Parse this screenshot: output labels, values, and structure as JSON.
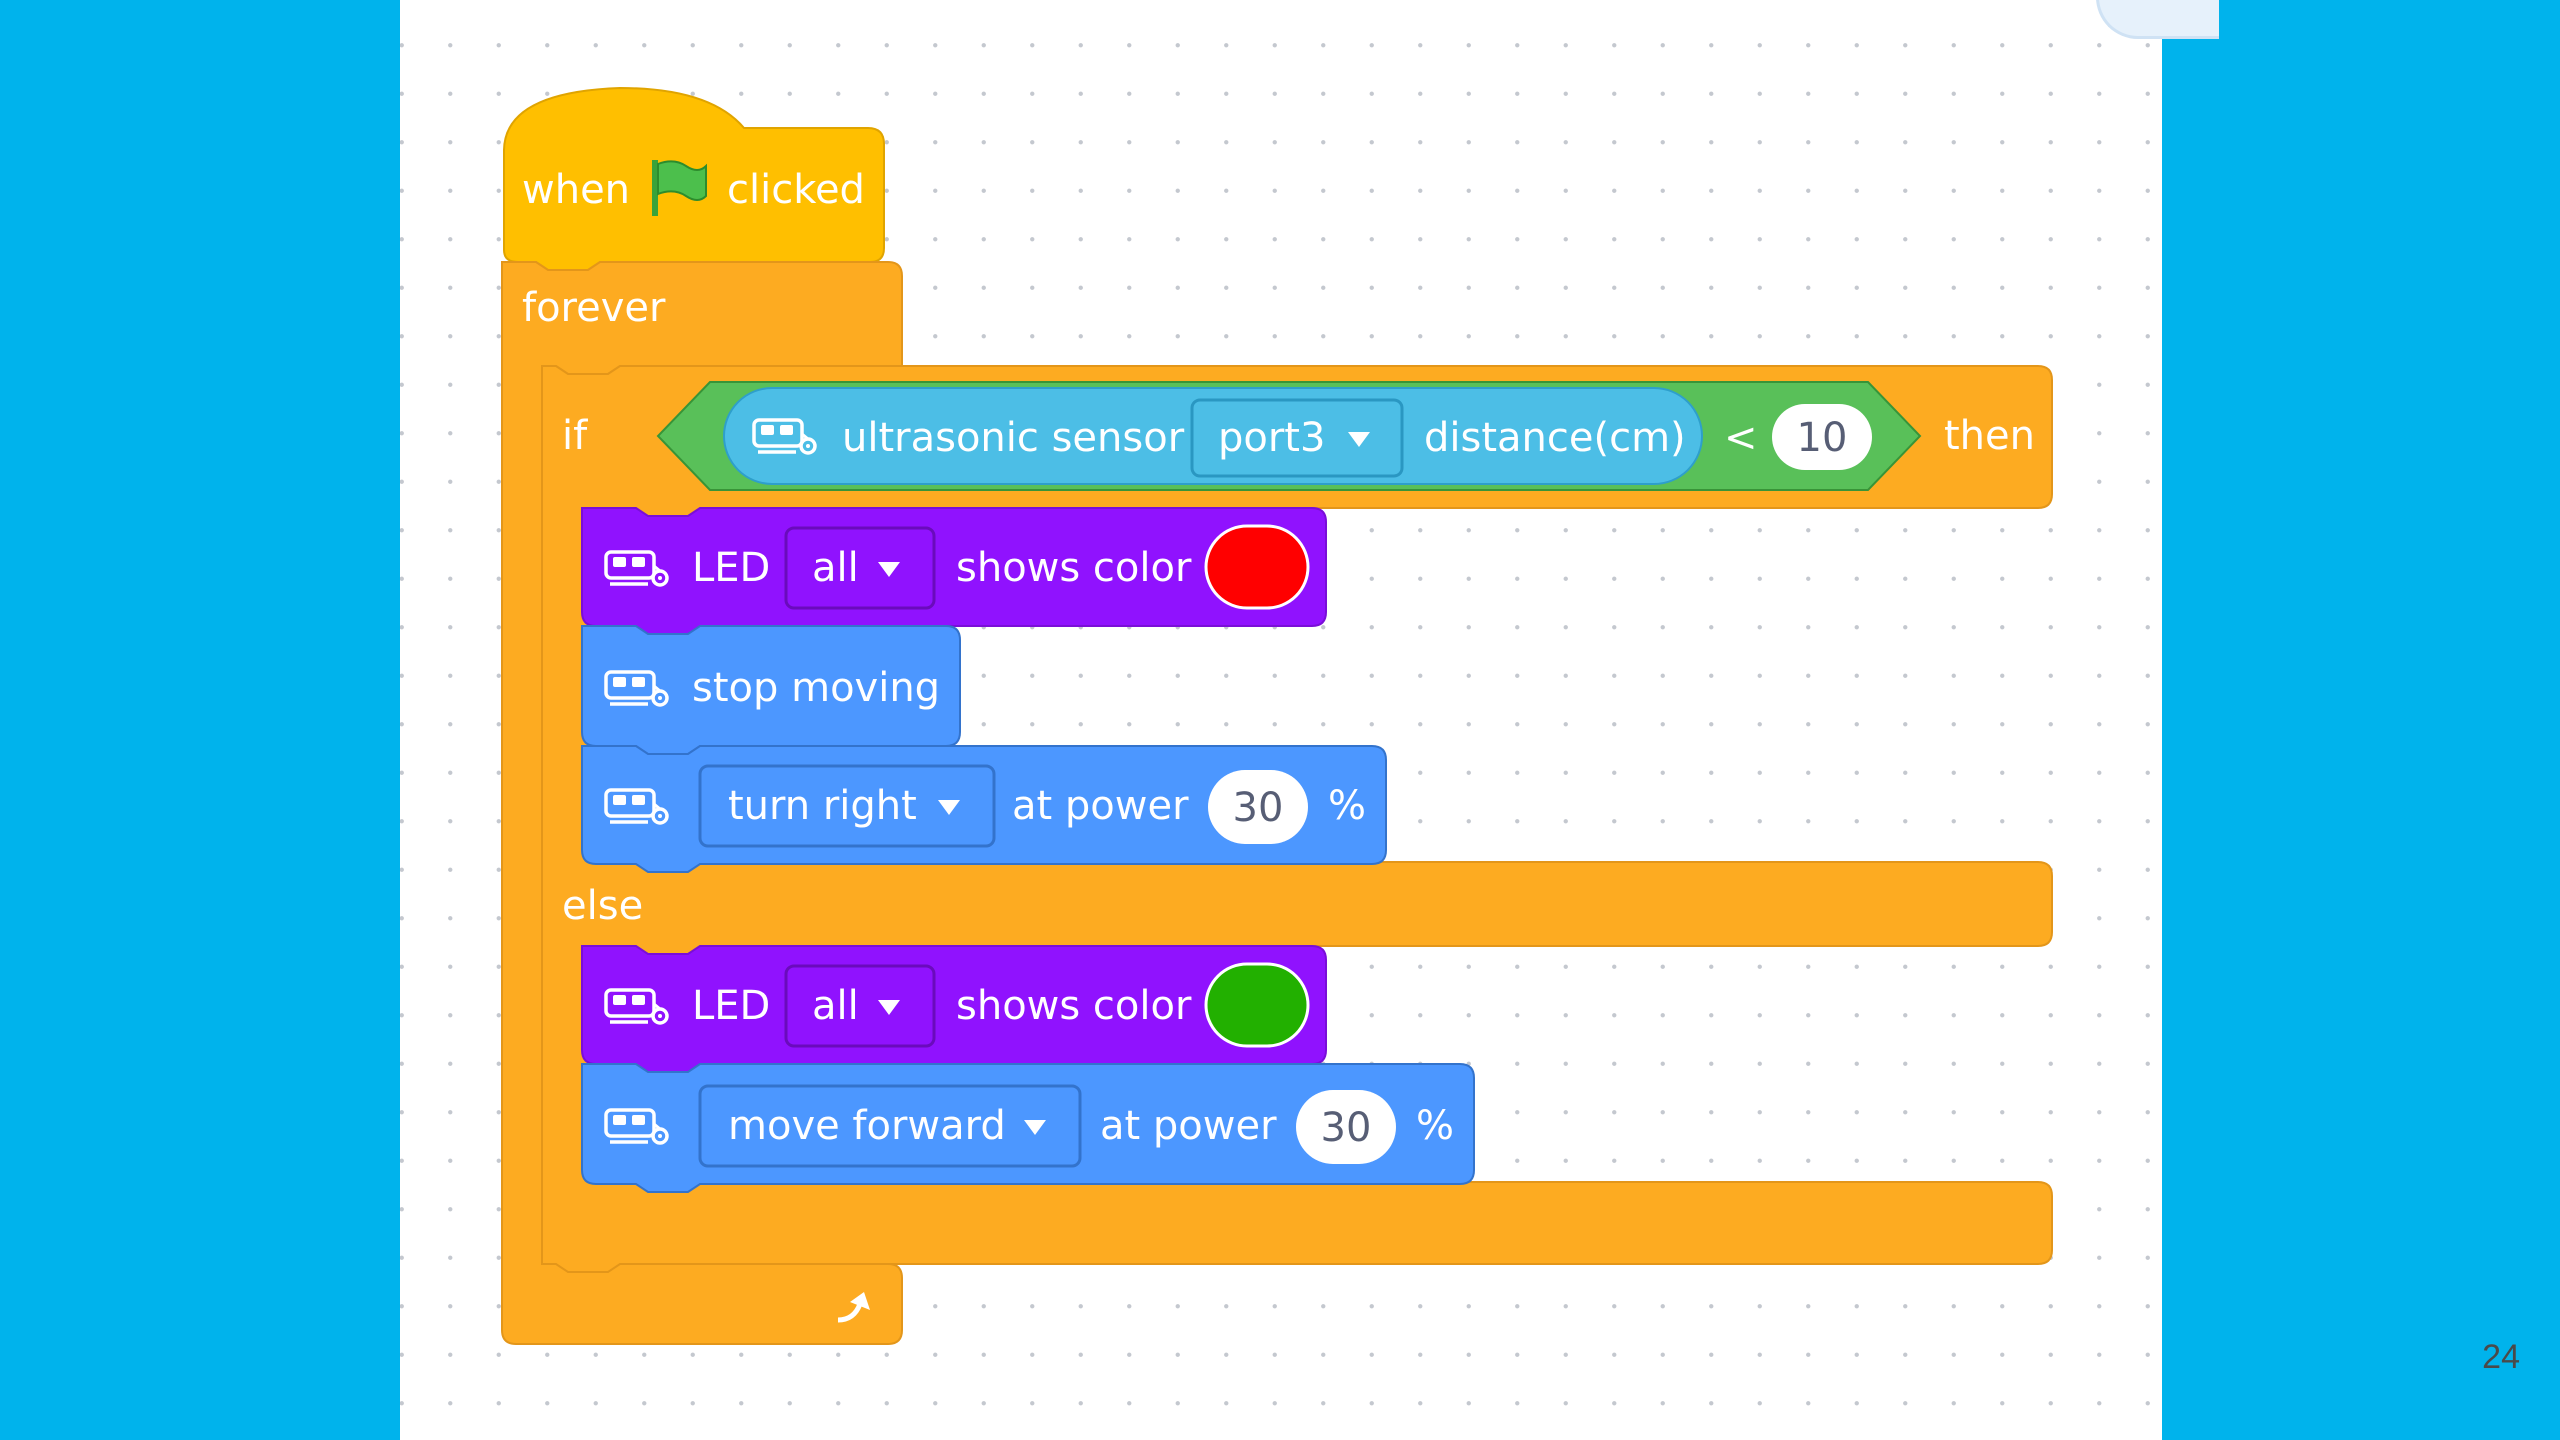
{
  "slide": {
    "page_number": "24"
  },
  "colors": {
    "background": "#00b3ec",
    "control": "#fdab21",
    "event": "#ffbf00",
    "operator": "#59c059",
    "sensor": "#4cbee6",
    "looks": "#9012fe",
    "motion": "#4c97ff",
    "led_red": "#ff0000",
    "led_green": "#22b000"
  },
  "blocks": {
    "hat": {
      "when": "when",
      "clicked": "clicked",
      "flag_icon": "green-flag-icon"
    },
    "forever": {
      "label": "forever",
      "loop_icon": "loop-arrow-icon"
    },
    "if_block": {
      "if_label": "if",
      "then_label": "then",
      "else_label": "else",
      "condition": {
        "operator": "<",
        "sensor": {
          "icon": "robot-icon",
          "label": "ultrasonic sensor",
          "port": "port3",
          "measure": "distance(cm)"
        },
        "value": "10"
      }
    },
    "then_branch": {
      "led": {
        "icon": "robot-icon",
        "label": "LED",
        "target": "all",
        "action": "shows color",
        "color": "red"
      },
      "stop": {
        "icon": "robot-icon",
        "label": "stop moving"
      },
      "turn": {
        "icon": "robot-icon",
        "direction": "turn right",
        "at_power": "at power",
        "power": "30",
        "unit": "%"
      }
    },
    "else_branch": {
      "led": {
        "icon": "robot-icon",
        "label": "LED",
        "target": "all",
        "action": "shows color",
        "color": "green"
      },
      "move": {
        "icon": "robot-icon",
        "direction": "move forward",
        "at_power": "at power",
        "power": "30",
        "unit": "%"
      }
    }
  }
}
